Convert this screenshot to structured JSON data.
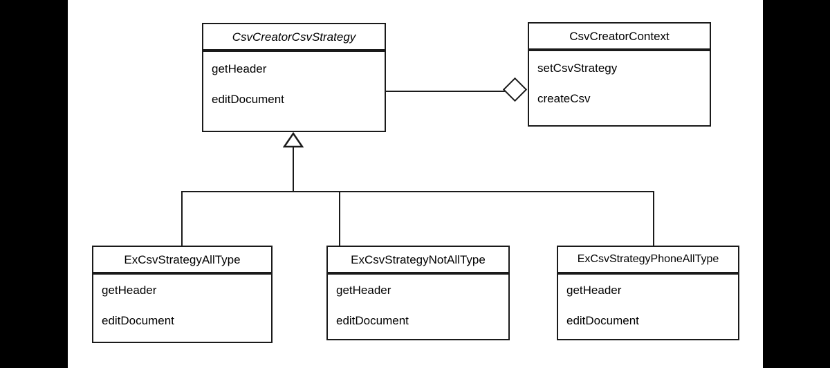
{
  "diagram": {
    "type": "uml-class-diagram",
    "background": "#ffffff",
    "stroke_color": "#1a1a1a",
    "classes": [
      {
        "id": "strategy",
        "name": "CsvCreatorCsvStrategy",
        "abstract": true,
        "members": [
          "getHeader",
          "editDocument"
        ]
      },
      {
        "id": "context",
        "name": "CsvCreatorContext",
        "abstract": false,
        "members": [
          "setCsvStrategy",
          "createCsv"
        ]
      },
      {
        "id": "all-type",
        "name": "ExCsvStrategyAllType",
        "abstract": false,
        "members": [
          "getHeader",
          "editDocument"
        ]
      },
      {
        "id": "not-all-type",
        "name": "ExCsvStrategyNotAllType",
        "abstract": false,
        "members": [
          "getHeader",
          "editDocument"
        ]
      },
      {
        "id": "phone-all-type",
        "name": "ExCsvStrategyPhoneAllType",
        "abstract": false,
        "members": [
          "getHeader",
          "editDocument"
        ]
      }
    ],
    "relations": [
      {
        "kind": "aggregation",
        "from": "context",
        "to": "strategy",
        "marker": "hollow-diamond"
      },
      {
        "kind": "generalization",
        "from": [
          "all-type",
          "not-all-type",
          "phone-all-type"
        ],
        "to": "strategy",
        "marker": "hollow-triangle"
      }
    ]
  }
}
